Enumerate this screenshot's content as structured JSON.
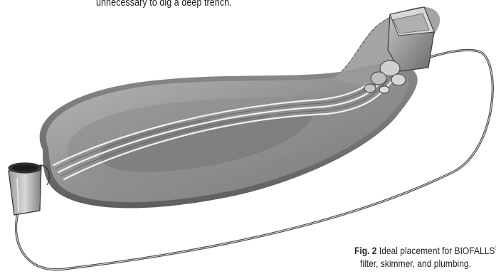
{
  "body_text": "unnecessary to dig a deep trench.",
  "caption": {
    "figure_label": "Fig. 2",
    "line1_text": "Ideal placement for BIOFALLS",
    "line1_mark": "®",
    "line2_text": "filter, skimmer, and plumbing."
  }
}
